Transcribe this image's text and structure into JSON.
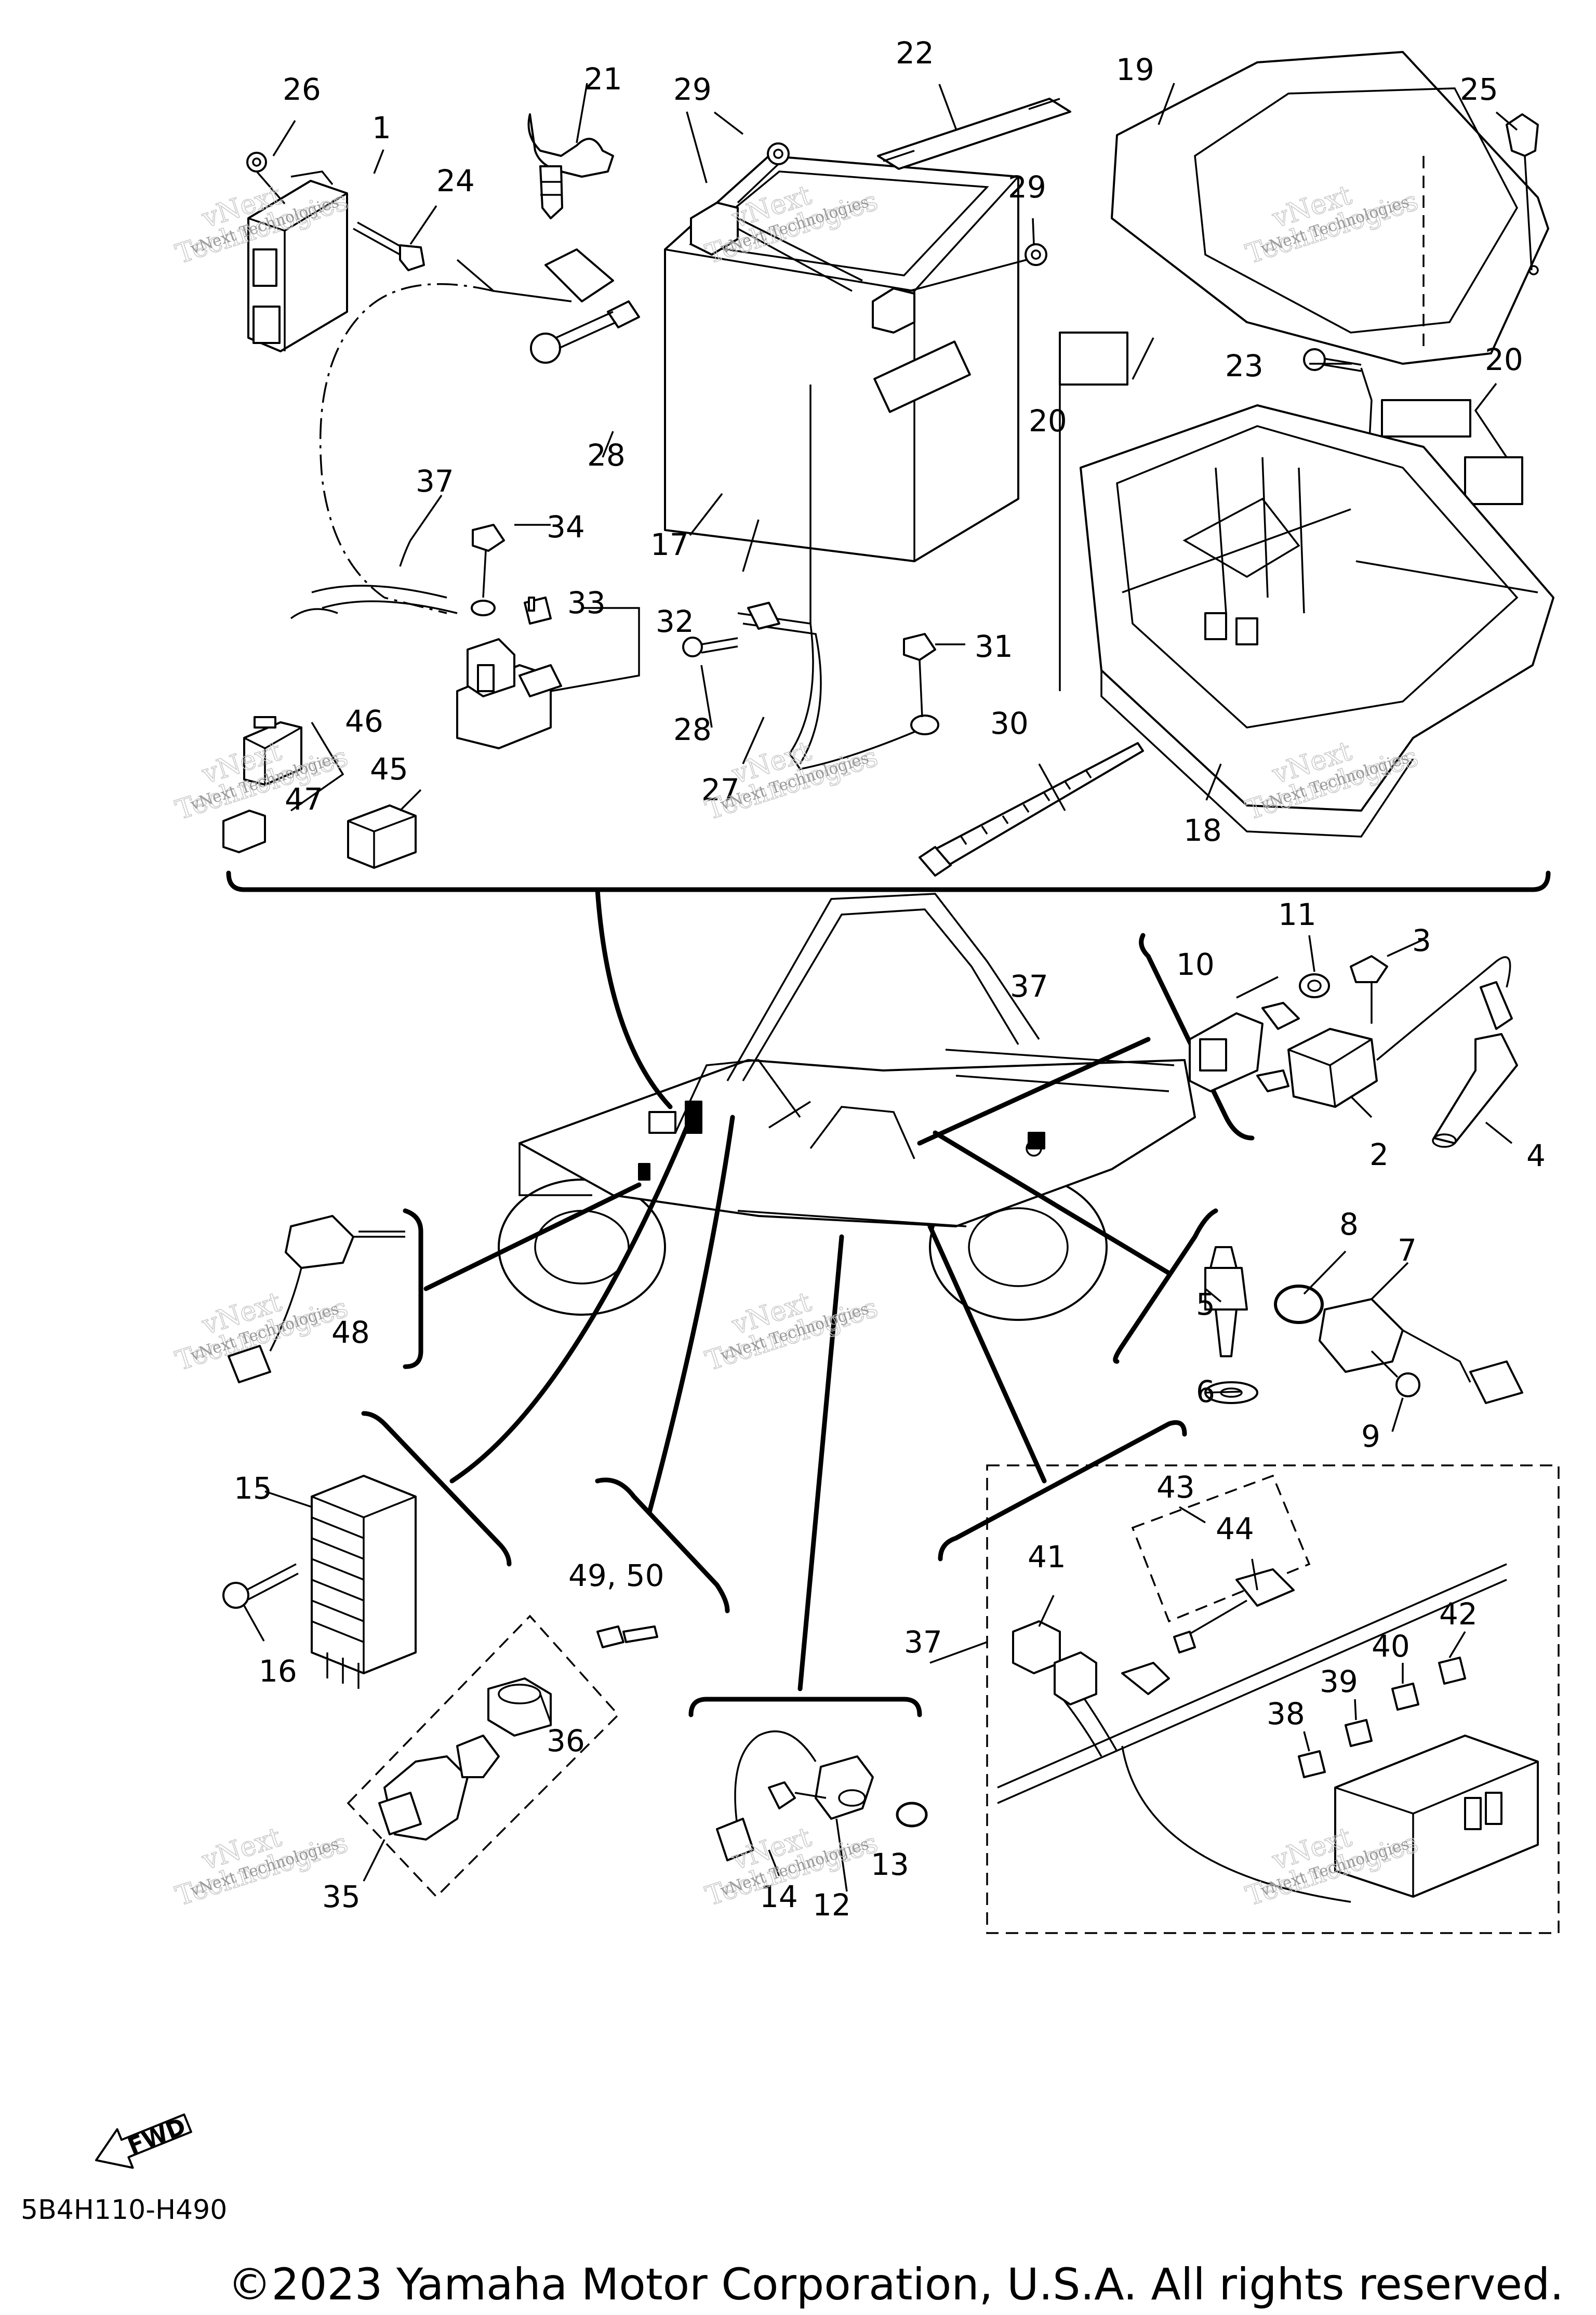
{
  "diagram_code": "5B4H110-H490",
  "copyright": "©2023 Yamaha Motor Corporation, U.S.A. All rights reserved.",
  "fwd_label": "FWD",
  "watermark": {
    "line1": "vNext",
    "line2": "Technologies",
    "small": "vNext Technologies"
  },
  "callouts": {
    "c1": "1",
    "c2": "2",
    "c3": "3",
    "c4": "4",
    "c5": "5",
    "c6": "6",
    "c7": "7",
    "c8": "8",
    "c9": "9",
    "c10": "10",
    "c11": "11",
    "c12": "12",
    "c13": "13",
    "c14": "14",
    "c15": "15",
    "c16": "16",
    "c17": "17",
    "c18": "18",
    "c19": "19",
    "c20a": "20",
    "c20b": "20",
    "c21": "21",
    "c22": "22",
    "c23": "23",
    "c24": "24",
    "c25": "25",
    "c26": "26",
    "c27": "27",
    "c28a": "28",
    "c28b": "28",
    "c29a": "29",
    "c29b": "29",
    "c30": "30",
    "c31": "31",
    "c32": "32",
    "c33": "33",
    "c34": "34",
    "c35": "35",
    "c36": "36",
    "c37a": "37",
    "c37b": "37",
    "c37c": "37",
    "c38": "38",
    "c39": "39",
    "c40": "40",
    "c41": "41",
    "c42": "42",
    "c43": "43",
    "c44": "44",
    "c45": "45",
    "c46": "46",
    "c47": "47",
    "c48": "48",
    "c4950": "49, 50"
  }
}
